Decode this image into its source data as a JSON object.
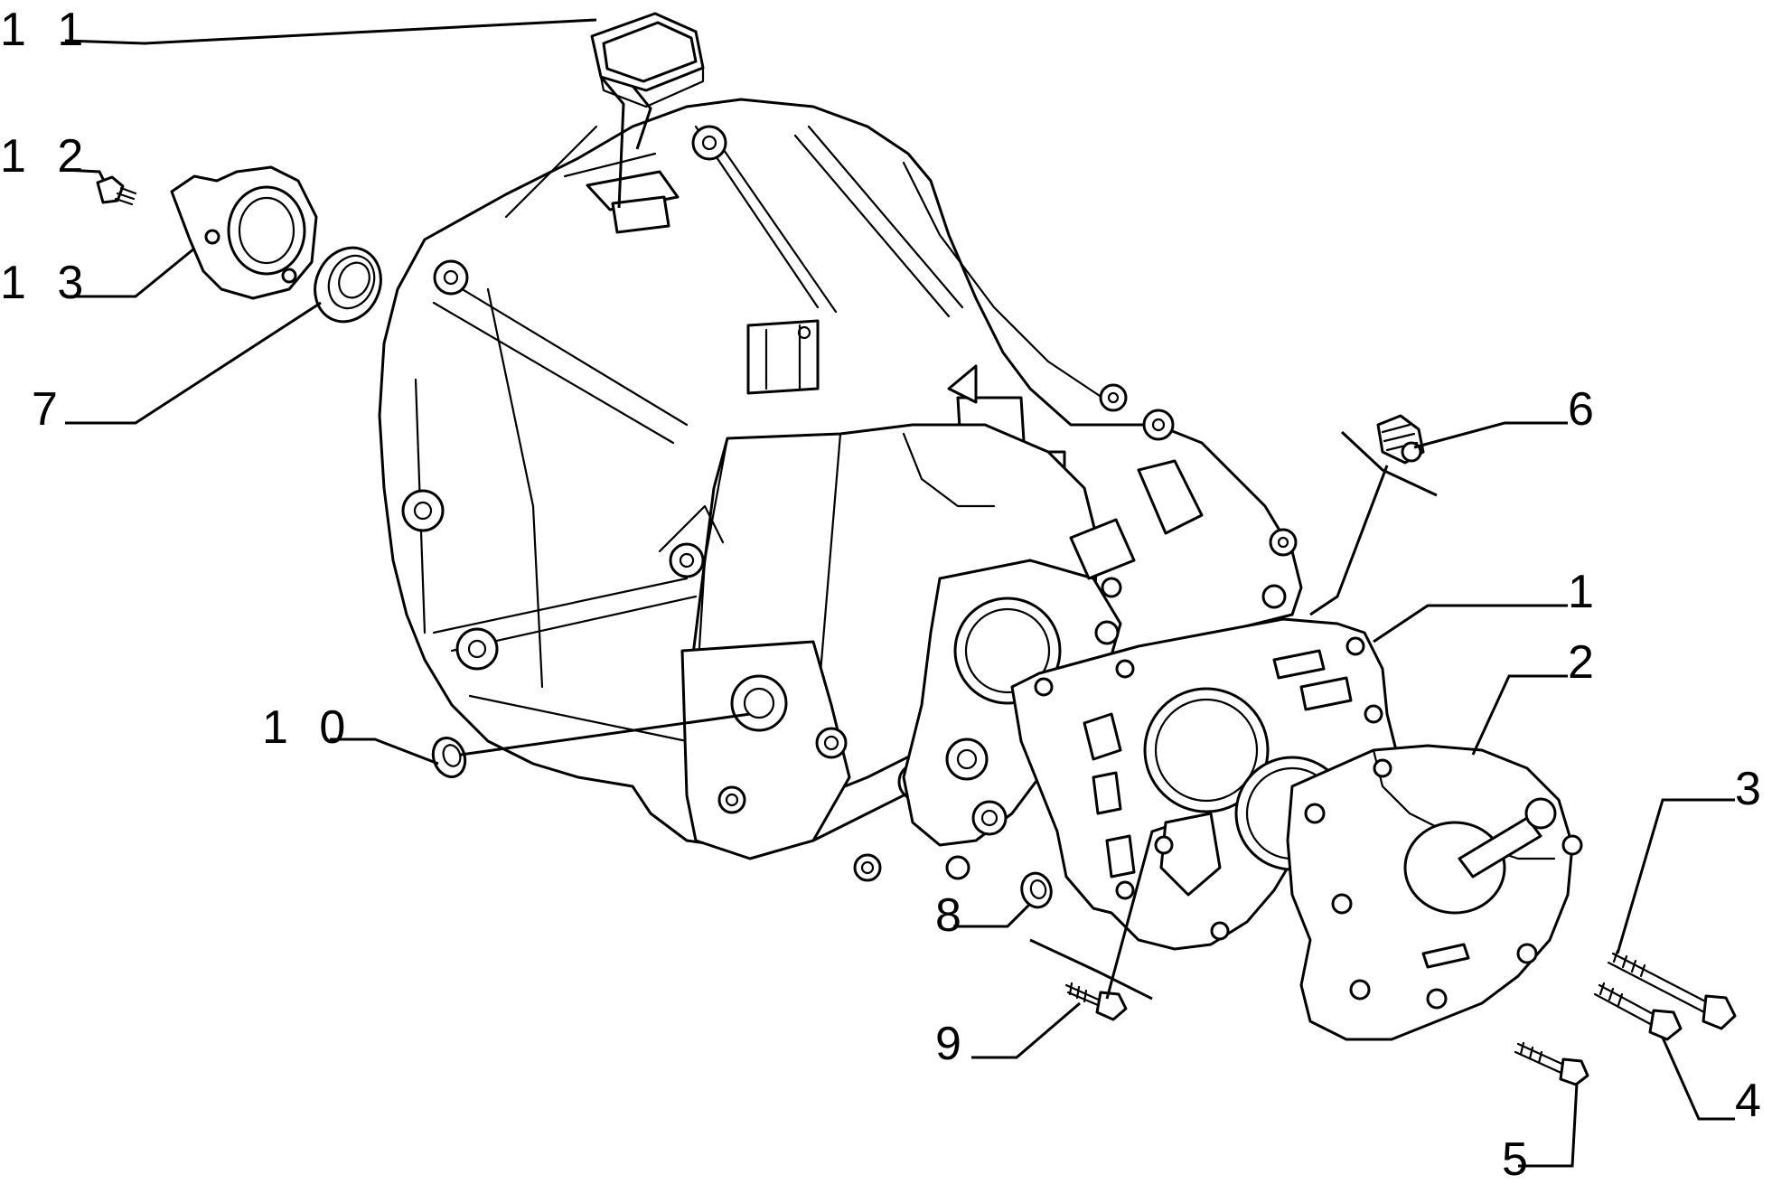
{
  "callouts": [
    {
      "id": "1",
      "label": "1"
    },
    {
      "id": "2",
      "label": "2"
    },
    {
      "id": "3",
      "label": "3"
    },
    {
      "id": "4",
      "label": "4"
    },
    {
      "id": "5",
      "label": "5"
    },
    {
      "id": "6",
      "label": "6"
    },
    {
      "id": "7",
      "label": "7"
    },
    {
      "id": "8",
      "label": "8"
    },
    {
      "id": "9",
      "label": "9"
    },
    {
      "id": "10",
      "label": "1 0"
    },
    {
      "id": "11",
      "label": "1 1"
    },
    {
      "id": "12",
      "label": "1 2"
    },
    {
      "id": "13",
      "label": "1 3"
    }
  ]
}
